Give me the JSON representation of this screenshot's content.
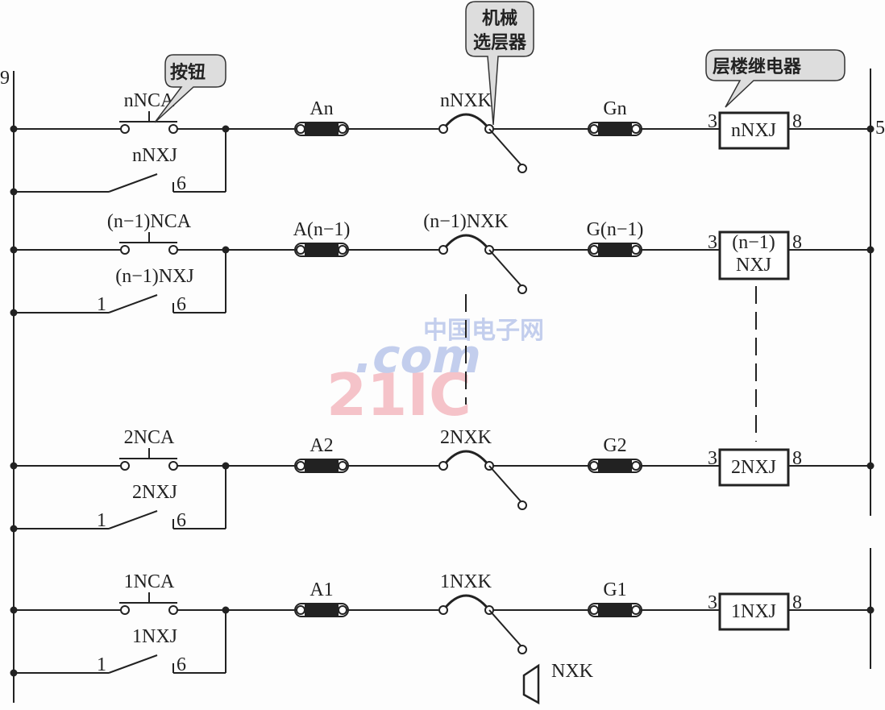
{
  "terminals": {
    "left": "9",
    "right": "5"
  },
  "callouts": {
    "button": "按钮",
    "selector_line1": "机械",
    "selector_line2": "选层器",
    "relay": "层楼继电器"
  },
  "rows": [
    {
      "nca": "nNCA",
      "nxj": "nNXJ",
      "fuse_a": "An",
      "nxk": "nNXK",
      "fuse_g": "Gn",
      "relay": [
        "nNXJ"
      ],
      "pin_in": "3",
      "pin_out": "8",
      "contact_left": "",
      "contact_right": "6"
    },
    {
      "nca": "(n−1)NCA",
      "nxj": "(n−1)NXJ",
      "fuse_a": "A(n−1)",
      "nxk": "(n−1)NXK",
      "fuse_g": "G(n−1)",
      "relay": [
        "(n−1)",
        "NXJ"
      ],
      "pin_in": "3",
      "pin_out": "8",
      "contact_left": "1",
      "contact_right": "6"
    },
    {
      "nca": "2NCA",
      "nxj": "2NXJ",
      "fuse_a": "A2",
      "nxk": "2NXK",
      "fuse_g": "G2",
      "relay": [
        "2NXJ"
      ],
      "pin_in": "3",
      "pin_out": "8",
      "contact_left": "1",
      "contact_right": "6"
    },
    {
      "nca": "1NCA",
      "nxj": "1NXJ",
      "fuse_a": "A1",
      "nxk": "1NXK",
      "fuse_g": "G1",
      "relay": [
        "1NXJ"
      ],
      "pin_in": "3",
      "pin_out": "8",
      "contact_left": "1",
      "contact_right": "6"
    }
  ],
  "nxk_symbol_label": "NXK",
  "watermark": {
    "logo": "21IC",
    "domain": ".com",
    "cn": "中国电子网"
  }
}
